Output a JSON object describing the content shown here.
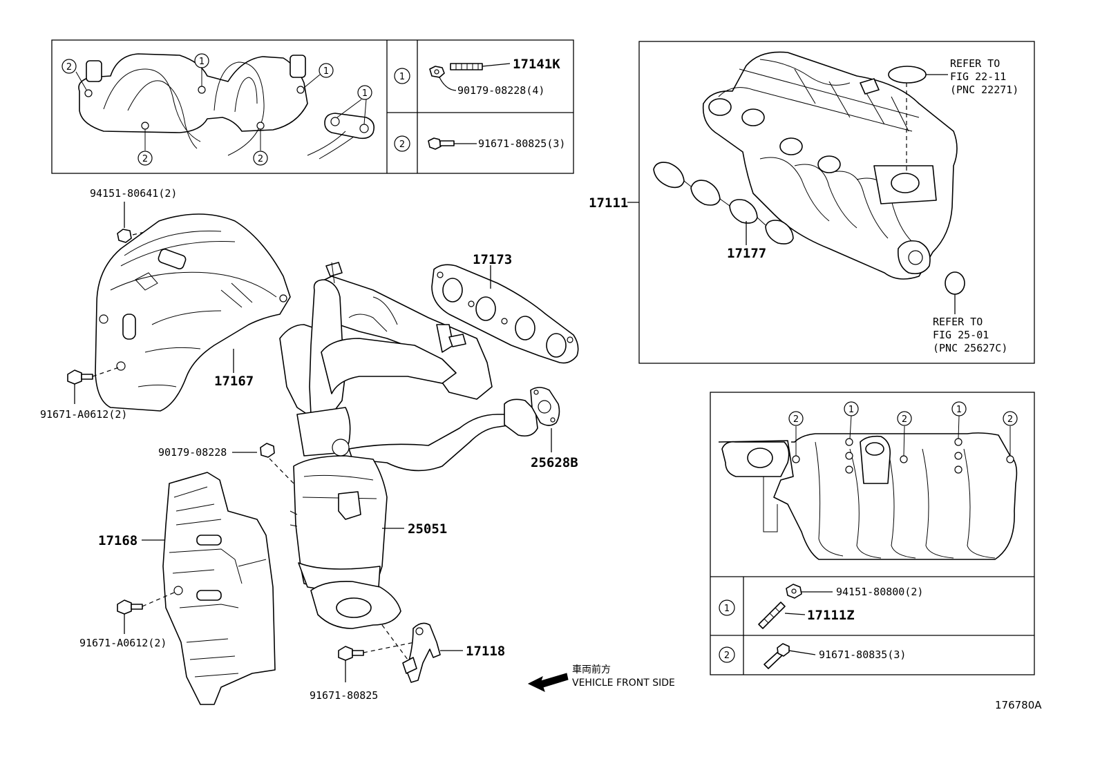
{
  "diagram_id": "176780A",
  "top_left_box": {
    "rows": [
      {
        "marker": "1",
        "labels": [
          "17141K",
          "90179-08228(4)"
        ]
      },
      {
        "marker": "2",
        "labels": [
          "91671-80825(3)"
        ]
      }
    ]
  },
  "top_right_box": {
    "part": "17111",
    "gasket": "17177",
    "refer_a": [
      "REFER TO",
      "FIG 22-11",
      "(PNC 22271)"
    ],
    "refer_b": [
      "REFER TO",
      "FIG 25-01",
      "(PNC 25627C)"
    ]
  },
  "bottom_right_box": {
    "rows": [
      {
        "marker": "1",
        "labels": [
          "94151-80800(2)",
          "17111Z"
        ]
      },
      {
        "marker": "2",
        "labels": [
          "91671-80835(3)"
        ]
      }
    ]
  },
  "callouts": {
    "nut_top": "94151-80641(2)",
    "heat_insulator_upper": "17167",
    "bolt_left_upper": "91671-A0612(2)",
    "gasket_manifold": "17173",
    "gasket_exhaust": "25628B",
    "nut_mid": "90179-08228",
    "heat_insulator_lower": "17168",
    "manifold_converter": "25051",
    "bolt_left_lower": "91671-A0612(2)",
    "bracket": "17118",
    "bolt_bottom": "91671-80825"
  },
  "front_note": {
    "jp": "車両前方",
    "en": "VEHICLE FRONT SIDE"
  },
  "markers": {
    "one": "1",
    "two": "2"
  }
}
